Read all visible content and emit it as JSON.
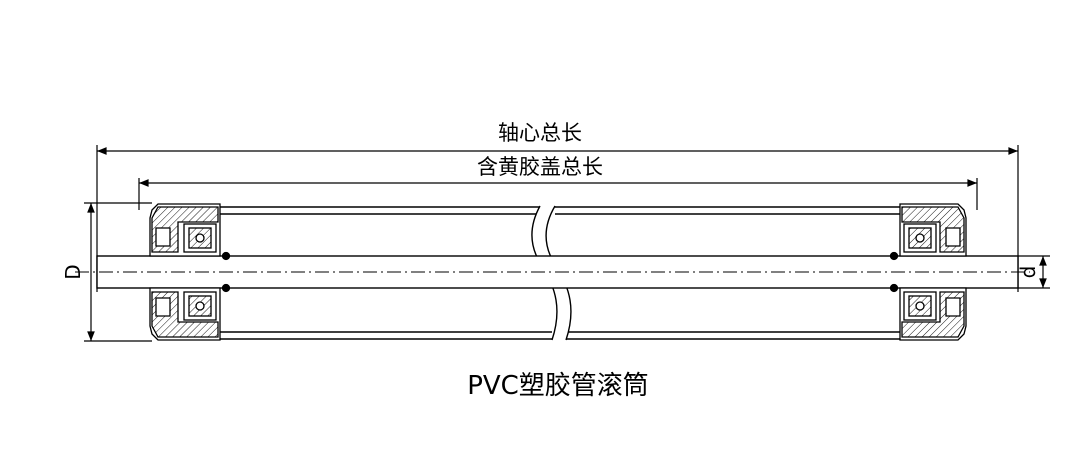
{
  "title": "PVC塑胶管滚筒",
  "dimensions": {
    "shaft_total_length": "轴心总长",
    "length_with_end_caps": "含黄胶盖总长",
    "roller_diameter": "D",
    "shaft_diameter": "d"
  },
  "colors": {
    "line": "#000000",
    "background": "#ffffff"
  }
}
